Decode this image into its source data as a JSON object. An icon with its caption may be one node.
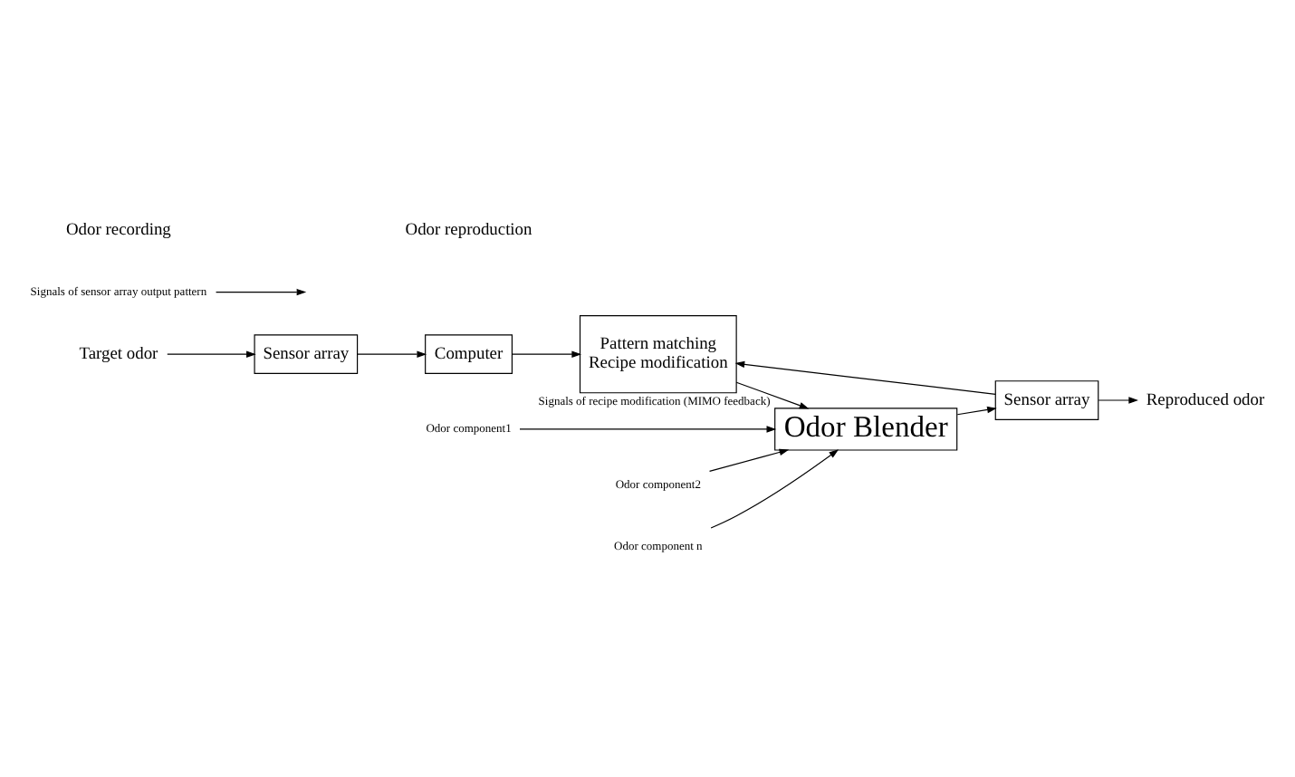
{
  "diagram": {
    "nodes": [
      {
        "text": [
          "Target odor"
        ]
      },
      {
        "text": [
          "Sensor array"
        ]
      },
      {
        "text": [
          "Computer"
        ]
      },
      {
        "text": [
          "Signals of sensor array output pattern"
        ]
      },
      {
        "text": [
          "Pattern matching",
          "Recipe modification"
        ]
      },
      {
        "text": [
          "Odor component1"
        ]
      },
      {
        "text": [
          "Odor component2"
        ]
      },
      {
        "text": [
          "Odor component n"
        ]
      },
      {
        "text": [
          "Odor Blender"
        ]
      },
      {
        "text": [
          "Sensor array"
        ]
      },
      {
        "text": [
          "Reproduced odor"
        ]
      }
    ],
    "edges": [
      {
        "from": 0,
        "to": 1,
        "arrow": "to"
      },
      {
        "from": 1,
        "to": 2,
        "arrow": "to"
      },
      {
        "from": 2,
        "to": 4,
        "arrow": "to"
      },
      {
        "from": 3,
        "to": null,
        "arrow": "to"
      },
      {
        "from": 4,
        "to": 8,
        "arrow": "to",
        "label": "Signals of recipe modification (MIMO feedback)"
      },
      {
        "from": 5,
        "to": 8,
        "arrow": "to"
      },
      {
        "from": 6,
        "to": 8,
        "arrow": "to"
      },
      {
        "from": 7,
        "to": 8,
        "arrow": "to"
      },
      {
        "from": 8,
        "to": 9,
        "arrow": "to"
      },
      {
        "from": 9,
        "to": 4,
        "arrow": "to"
      },
      {
        "from": 9,
        "to": 10,
        "arrow": "to"
      }
    ],
    "labels": [
      "Odor recording",
      "Odor reproduction"
    ]
  }
}
